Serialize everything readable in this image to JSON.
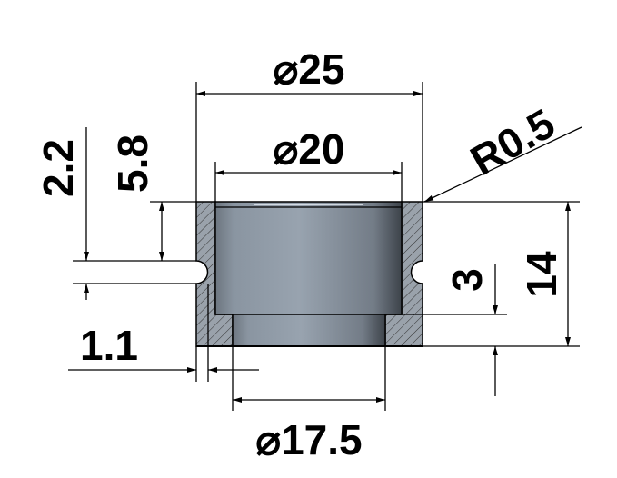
{
  "drawing": {
    "dimensions": {
      "outer_diameter": "⌀25",
      "inner_diameter": "⌀20",
      "lower_bore_diameter": "⌀17.5",
      "radius": "R0.5",
      "height": "14",
      "step_height": "3",
      "groove_depth_from_top": "5.8",
      "groove_width": "2.2",
      "wall_offset": "1.1"
    },
    "colors": {
      "section": "#9aa2ab",
      "bore": "#8e99a5",
      "hatch": "#333333"
    }
  }
}
